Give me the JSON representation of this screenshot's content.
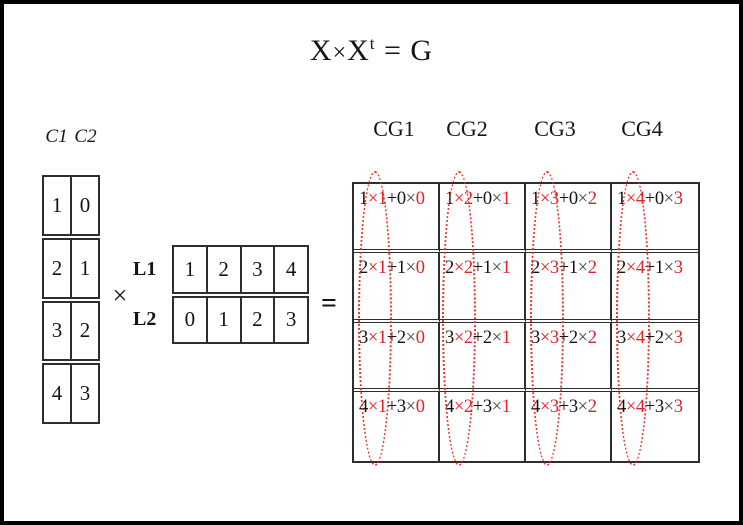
{
  "title": {
    "x1": "X",
    "times": "×",
    "x2": "X",
    "sup": "t",
    "eq": " = G"
  },
  "left_matrix": {
    "headers": [
      "C1",
      "C2"
    ],
    "rows": [
      [
        "1",
        "0"
      ],
      [
        "2",
        "1"
      ],
      [
        "3",
        "2"
      ],
      [
        "4",
        "3"
      ]
    ]
  },
  "times_sign": "×",
  "middle_matrix": {
    "row_labels": [
      "L1",
      "L2"
    ],
    "rows": [
      [
        "1",
        "2",
        "3",
        "4"
      ],
      [
        "0",
        "1",
        "2",
        "3"
      ]
    ]
  },
  "equals_sign": "=",
  "result_matrix": {
    "headers": [
      "CG1",
      "CG2",
      "CG3",
      "CG4"
    ],
    "times": "×",
    "plus": "+",
    "cells": [
      [
        {
          "a": "1",
          "b": "1",
          "c": "0",
          "d": "0"
        },
        {
          "a": "1",
          "b": "2",
          "c": "0",
          "d": "1"
        },
        {
          "a": "1",
          "b": "3",
          "c": "0",
          "d": "2"
        },
        {
          "a": "1",
          "b": "4",
          "c": "0",
          "d": "3"
        }
      ],
      [
        {
          "a": "2",
          "b": "1",
          "c": "1",
          "d": "0"
        },
        {
          "a": "2",
          "b": "2",
          "c": "1",
          "d": "1"
        },
        {
          "a": "2",
          "b": "3",
          "c": "1",
          "d": "2"
        },
        {
          "a": "2",
          "b": "4",
          "c": "1",
          "d": "3"
        }
      ],
      [
        {
          "a": "3",
          "b": "1",
          "c": "2",
          "d": "0"
        },
        {
          "a": "3",
          "b": "2",
          "c": "2",
          "d": "1"
        },
        {
          "a": "3",
          "b": "3",
          "c": "2",
          "d": "2"
        },
        {
          "a": "3",
          "b": "4",
          "c": "2",
          "d": "3"
        }
      ],
      [
        {
          "a": "4",
          "b": "1",
          "c": "3",
          "d": "0"
        },
        {
          "a": "4",
          "b": "2",
          "c": "3",
          "d": "1"
        },
        {
          "a": "4",
          "b": "3",
          "c": "3",
          "d": "2"
        },
        {
          "a": "4",
          "b": "4",
          "c": "3",
          "d": "3"
        }
      ]
    ]
  },
  "colors": {
    "ink": "#141414",
    "red": "#e32227",
    "gray_operator": "#4a4a4a",
    "table_border": "#2e2e2e",
    "ellipse_red": "#e5332d",
    "frame": "#000000"
  }
}
